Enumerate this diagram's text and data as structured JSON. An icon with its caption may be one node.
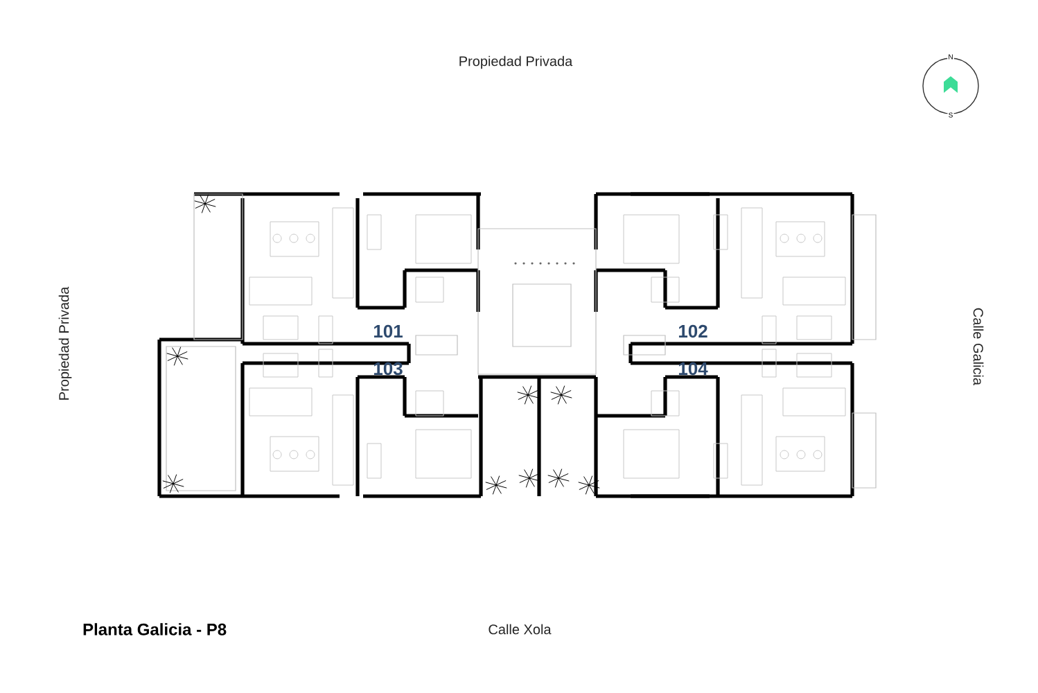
{
  "diagram": {
    "title": "Planta Galicia - P8",
    "labels": [
      "Propiedad Privada",
      "N",
      "S",
      "101",
      "102",
      "Propiedad Privada",
      "Calle Galicia",
      "103",
      "104",
      "Calle Xola"
    ]
  }
}
